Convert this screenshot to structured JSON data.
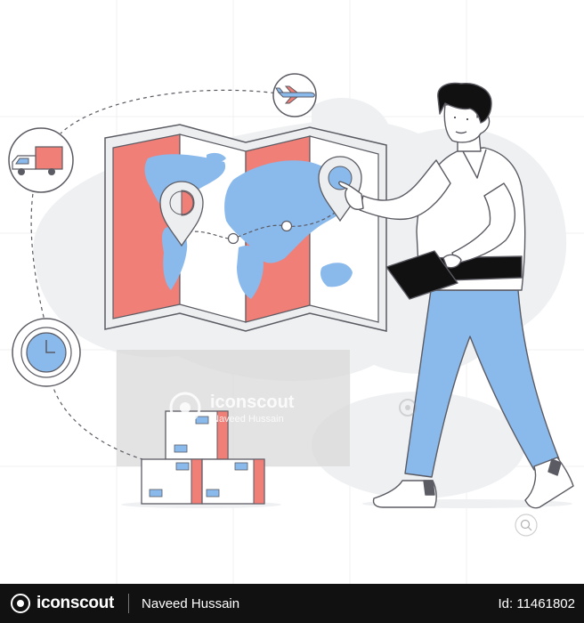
{
  "watermark": {
    "brand": "iconscout",
    "author": "Naveed Hussain"
  },
  "footer": {
    "brand": "iconscout",
    "author": "Naveed Hussain",
    "id_label": "Id: 11461802"
  },
  "colors": {
    "accent_red": "#ef7f77",
    "accent_blue": "#8ab9ec",
    "outline": "#5b5b63",
    "blob_gray": "#eef0f2"
  },
  "icons": [
    "truck-icon",
    "airplane-icon",
    "clock-icon",
    "map-pin-icon",
    "tablet-icon",
    "box-icon"
  ]
}
